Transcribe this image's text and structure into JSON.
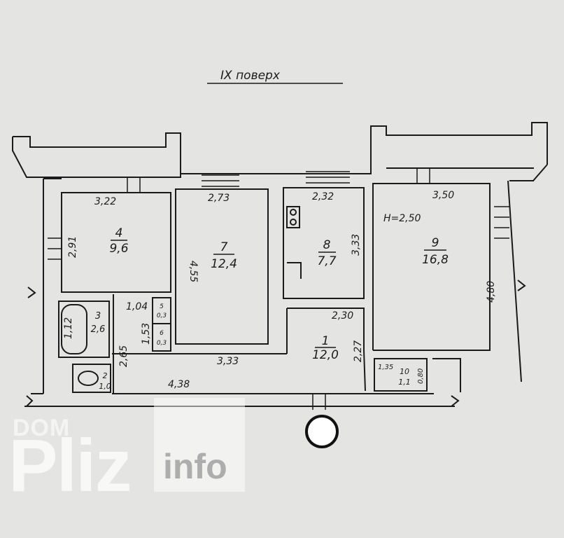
{
  "floor_title": "IX поверх",
  "rooms": [
    {
      "id": "room-4",
      "number": "4",
      "area": "9,6"
    },
    {
      "id": "room-7",
      "number": "7",
      "area": "12,4"
    },
    {
      "id": "room-8",
      "number": "8",
      "area": "7,7"
    },
    {
      "id": "room-9",
      "number": "9",
      "area": "16,8"
    },
    {
      "id": "room-3",
      "number": "3",
      "area": "2,6"
    },
    {
      "id": "room-1",
      "number": "1",
      "area": "12,0"
    },
    {
      "id": "room-2",
      "number": "2",
      "area": "1,0"
    },
    {
      "id": "room-10",
      "number": "10",
      "area": "1,1"
    },
    {
      "id": "room-5",
      "number": "5",
      "area": "0,3"
    },
    {
      "id": "room-6",
      "number": "6",
      "area": "0,3"
    }
  ],
  "dimensions": {
    "r4_width": "3,22",
    "r4_height": "2,91",
    "r7_width": "2,73",
    "r7_height": "4,55",
    "r8_width": "2,32",
    "r8_height": "3,33",
    "r9_width": "3,50",
    "r9_height": "4,80",
    "r3_height": "1,12",
    "closet_width": "1,04",
    "closet_height": "1,53",
    "corridor_height": "2,65",
    "corridor_width": "4,38",
    "r1_width_top": "2,30",
    "r1_height": "2,27",
    "hall_width": "3,33",
    "r10_width": "1,35",
    "r10_height": "0,80"
  },
  "ceiling_height": "H=2,50",
  "watermark": {
    "dom": "DOM",
    "pliz": "Pliz",
    "info": "info"
  }
}
